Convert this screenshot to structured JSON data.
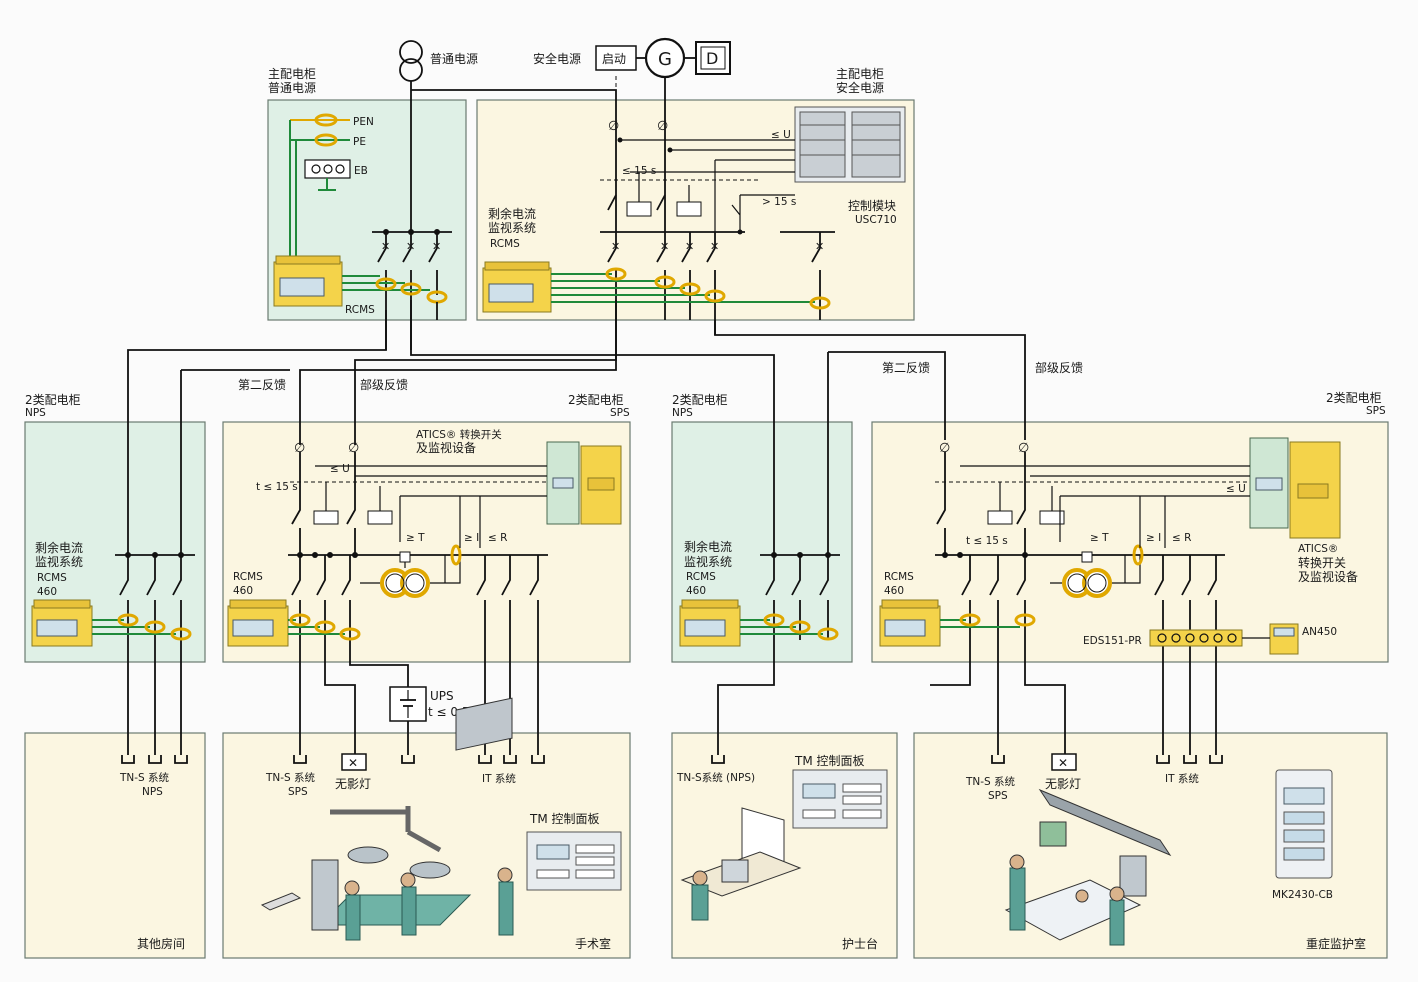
{
  "supply": {
    "normal_label": "普通电源",
    "safety_label": "安全电源",
    "start_label": "启动",
    "gen_label": "G",
    "diesel_label": "D"
  },
  "main_nps": {
    "title1": "主配电柜",
    "title2": "普通电源",
    "pen": "PEN",
    "pe": "PE",
    "eb": "EB",
    "rcms": "RCMS"
  },
  "main_sps": {
    "title1": "主配电柜",
    "title2": "安全电源",
    "rcms_line1": "剩余电流",
    "rcms_line2": "监视系统",
    "rcms_line3": "RCMS",
    "le_u": "≤ U",
    "le15": "≤ 15 s",
    "gt15": "> 15 s",
    "ctrl1": "控制模块",
    "ctrl2": "USC710"
  },
  "feedback": {
    "second": "第二反馈",
    "partial": "部级反馈"
  },
  "dist_nps": {
    "title1": "2类配电柜",
    "title2": "NPS",
    "rcms1": "剩余电流",
    "rcms2": "监视系统",
    "rcms3": "RCMS",
    "rcms4": "460"
  },
  "dist_sps": {
    "title1": "2类配电柜",
    "title2": "SPS",
    "atics1": "ATICS® 转换开关",
    "atics2": "及监视设备",
    "le_u": "≤ U",
    "t15": "t ≤ 15 s",
    "rcms1": "RCMS",
    "rcms2": "460",
    "ge_t": "≥ T",
    "ge_i": "≥ I",
    "le_r": "≤ R"
  },
  "dist_nps2": {
    "title1": "2类配电柜",
    "title2": "NPS",
    "rcms1": "剩余电流",
    "rcms2": "监视系统",
    "rcms3": "RCMS",
    "rcms4": "460"
  },
  "dist_sps2": {
    "title1": "2类配电柜",
    "title2": "SPS",
    "le_u": "≤ U",
    "t15": "t ≤ 15 s",
    "rcms1": "RCMS",
    "rcms2": "460",
    "ge_t": "≥ T",
    "ge_i": "≥ I",
    "le_r": "≤ R",
    "atics1": "ATICS®",
    "atics2": "转换开关",
    "atics3": "及监视设备",
    "eds": "EDS151-PR",
    "an": "AN450"
  },
  "rooms": {
    "other": {
      "tns": "TN-S 系统",
      "nps": "NPS",
      "name": "其他房间"
    },
    "or": {
      "tns": "TN-S 系统",
      "sps": "SPS",
      "lamp": "无影灯",
      "ups": "UPS",
      "ups_t": "t ≤ 0,5 s",
      "it": "IT  系统",
      "tm": "TM 控制面板",
      "name": "手术室"
    },
    "nurse": {
      "tns": "TN-S系统 (NPS)",
      "tm": "TM 控制面板",
      "name": "护士台"
    },
    "icu": {
      "tns": "TN-S 系统",
      "sps": "SPS",
      "lamp": "无影灯",
      "it": "IT 系统",
      "mk": "MK2430-CB",
      "name": "重症监护室"
    }
  },
  "colors": {
    "nps_fill": "#dff0e6",
    "sps_fill": "#fbf6e1",
    "wire_green": "#1f8a3a",
    "ring_yellow": "#e0a800"
  }
}
